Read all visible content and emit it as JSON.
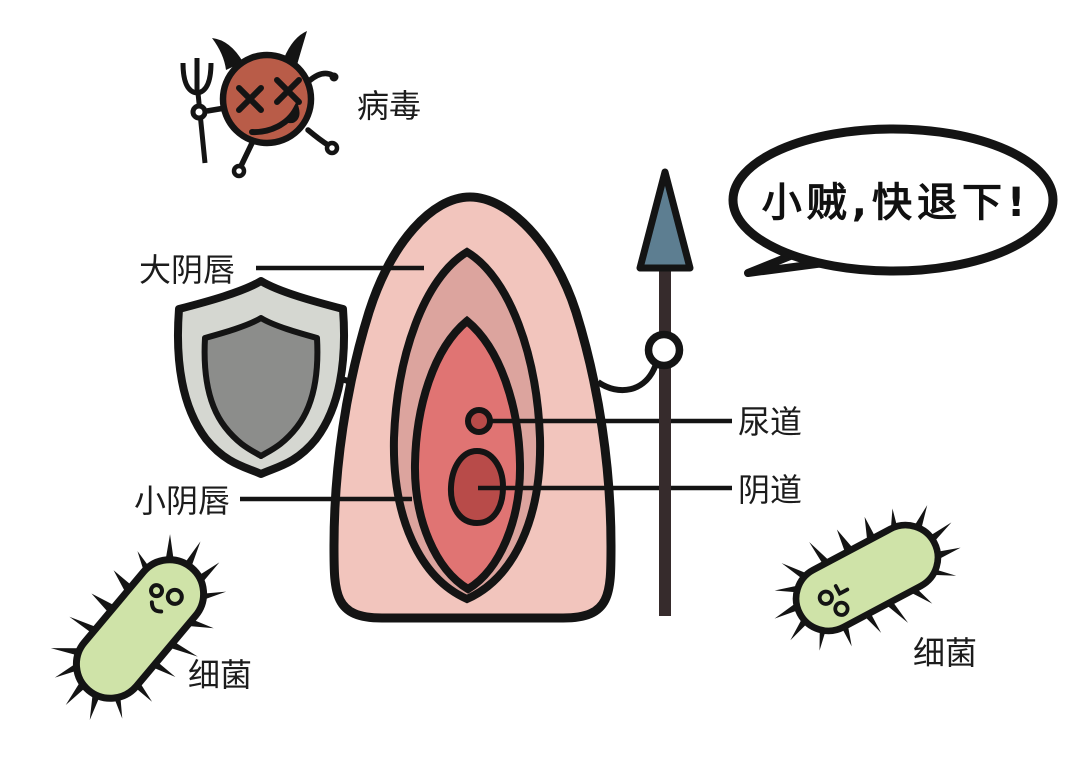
{
  "diagram": {
    "speech_bubble": {
      "text": "小贼,快退下!"
    },
    "labels": {
      "virus": "病毒",
      "labia_majora": "大阴唇",
      "labia_minora": "小阴唇",
      "urethra": "尿道",
      "vagina": "阴道",
      "bacteria_left": "细菌",
      "bacteria_right": "细菌"
    },
    "colors": {
      "outline": "#141414",
      "vulva_outer": "#f2c5bd",
      "vulva_middle": "#dca49e",
      "vulva_inner": "#e07473",
      "openings": "#b84b49",
      "shield_outer": "#d5d7d1",
      "shield_inner": "#8c8d8b",
      "virus_body": "#b95c48",
      "bacteria_body": "#cfe3a8",
      "spear_head": "#5d7e91",
      "spear_shaft": "#362b2c",
      "bubble_fill": "#ffffff"
    }
  }
}
